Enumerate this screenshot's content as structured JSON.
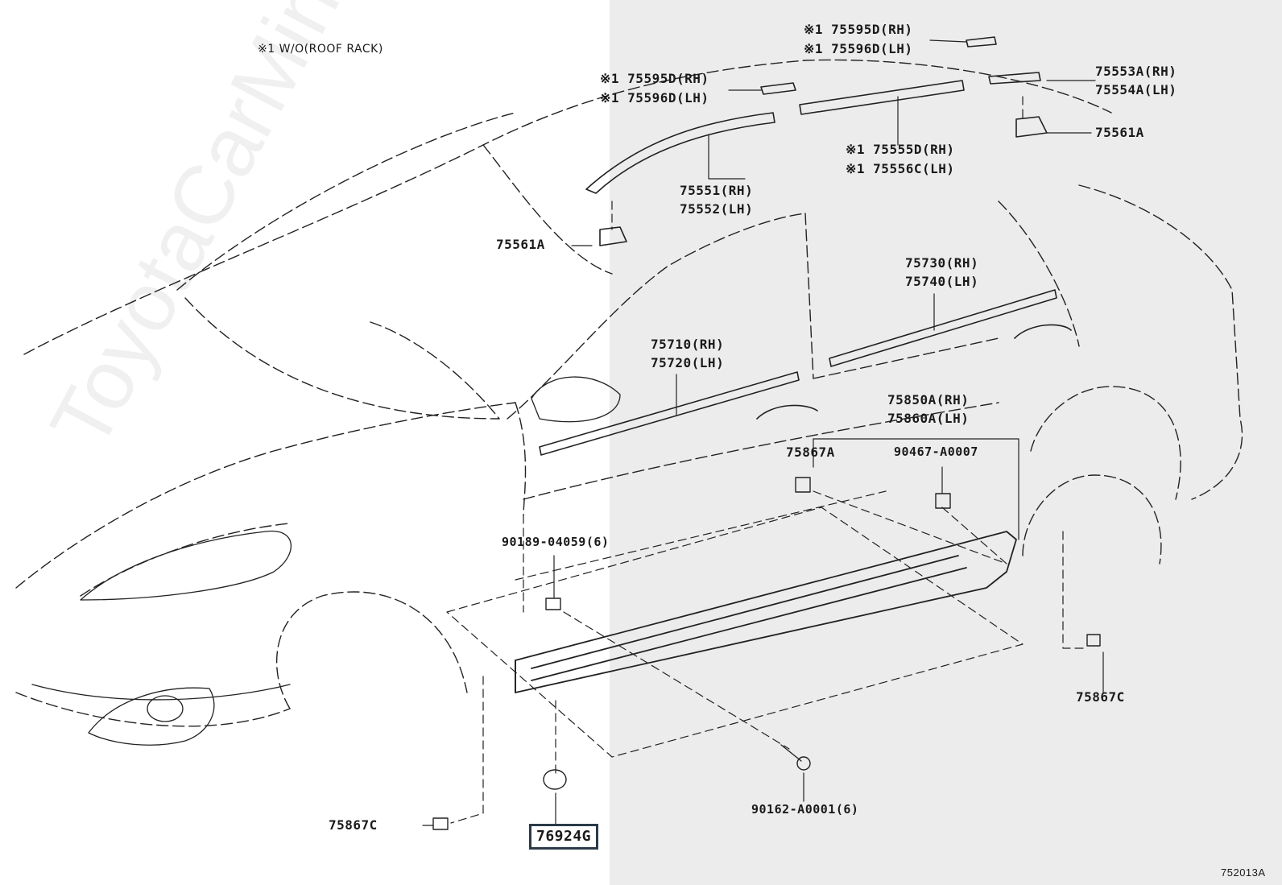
{
  "note": "※1 W/O(ROOF RACK)",
  "watermark": "ToyotaCarMine.ru",
  "diagram_code": "752013A",
  "highlight_color": "#2b3a48",
  "labels": {
    "p75595D_top": "※1 75595D(RH)",
    "p75596D_top": "※1 75596D(LH)",
    "p75595D_mid": "※1 75595D(RH)",
    "p75596D_mid": "※1 75596D(LH)",
    "p75553A": "75553A(RH)",
    "p75554A": "75554A(LH)",
    "p75561A_right": "75561A",
    "p75555D": "※1 75555D(RH)",
    "p75556C": "※1 75556C(LH)",
    "p75551": "75551(RH)",
    "p75552": "75552(LH)",
    "p75561A_left": "75561A",
    "p75730": "75730(RH)",
    "p75740": "75740(LH)",
    "p75710": "75710(RH)",
    "p75720": "75720(LH)",
    "p75850A": "75850A(RH)",
    "p75860A": "75860A(LH)",
    "p75867A": "75867A",
    "p90467": "90467-A0007",
    "p90189": "90189-04059(6)",
    "p75867C_right": "75867C",
    "p90162": "90162-A0001(6)",
    "p75867C_left": "75867C",
    "p76924G": "76924G"
  }
}
